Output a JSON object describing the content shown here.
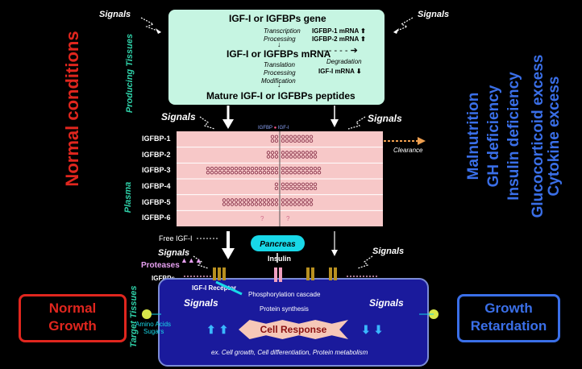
{
  "left_header": "Normal conditions",
  "right_header": [
    "Malnutrition",
    "GH deficiency",
    "Insulin deficiency",
    "Glucocorticoid excess",
    "Cytokine excess"
  ],
  "section_labels": {
    "producing": "Producing Tissues",
    "plasma": "Plasma",
    "target": "Target Tissues"
  },
  "signals": "Signals",
  "gene_box": {
    "gene": "IGF-I or IGFBPs gene",
    "transcription": "Transcription",
    "processing": "Processing",
    "mrna": "IGF-I or IGFBPs mRNA",
    "translation": "Translation",
    "modification": "Modification",
    "peptides": "Mature IGF-I or IGFBPs peptides",
    "bp1_mrna": "IGFBP-1 mRNA",
    "bp2_mrna": "IGFBP-2 mRNA",
    "degradation": "Degradation",
    "igf_mrna": "IGF-I mRNA"
  },
  "plasma": {
    "legend": [
      "IGFBP",
      "IGF-I"
    ],
    "rows": [
      "IGFBP-1",
      "IGFBP-2",
      "IGFBP-3",
      "IGFBP-4",
      "IGFBP-5",
      "IGFBP-6"
    ],
    "clearance": "Clearance",
    "question": "?"
  },
  "target": {
    "free_igf": "Free IGF-I",
    "pancreas": "Pancreas",
    "insulin": "Insulin",
    "proteases": "Proteases",
    "igfbps": "IGFBPs",
    "receptor": "IGF-I Receptor",
    "phospho": "Phosphorylation cascade",
    "protein": "Protein synthesis",
    "amino": "Amino Acids",
    "sugars": "Sugars",
    "cell_response": "Cell Response",
    "example": "ex. Cell growth, Cell differentiation, Protein metabolism"
  },
  "normal_growth": [
    "Normal",
    "Growth"
  ],
  "growth_retardation": [
    "Growth",
    "Retardation"
  ],
  "colors": {
    "red": "#e0261e",
    "blue": "#3a6fe8",
    "teal": "#2fd0a8",
    "pink": "#f7c8c8",
    "green_box": "#c6f5e2",
    "cell": "#1a1a9c"
  }
}
